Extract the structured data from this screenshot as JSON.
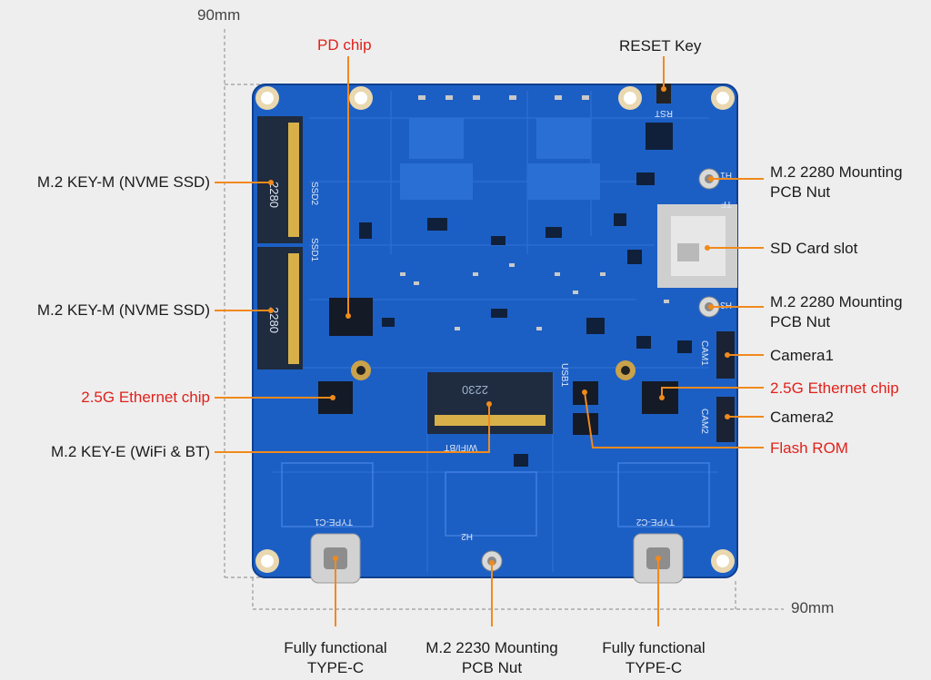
{
  "dimensions": {
    "width": "90mm",
    "height": "90mm"
  },
  "colors": {
    "pcb": "#1c5fc4",
    "leader": "#f08a1c",
    "highlight_text": "#e0211b",
    "text": "#1b1b1b"
  },
  "labels": {
    "pd_chip": "PD chip",
    "reset_key": "RESET Key",
    "m2_keym_1": "M.2 KEY-M (NVME SSD)",
    "m2_keym_2": "M.2 KEY-M (NVME SSD)",
    "eth_left": "2.5G Ethernet chip",
    "m2_keye": "M.2 KEY-E (WiFi & BT)",
    "nut_top_1": "M.2 2280 Mounting",
    "nut_top_2": "PCB Nut",
    "sd_slot": "SD Card slot",
    "nut_mid_1": "M.2 2280 Mounting",
    "nut_mid_2": "PCB Nut",
    "camera1": "Camera1",
    "eth_right": "2.5G Ethernet chip",
    "camera2": "Camera2",
    "flash_rom": "Flash ROM",
    "typec_left_1": "Fully functional",
    "typec_left_2": "TYPE-C",
    "nut_bottom_1": "M.2 2230 Mounting",
    "nut_bottom_2": "PCB Nut",
    "typec_right_1": "Fully functional",
    "typec_right_2": "TYPE-C"
  },
  "silkscreen": {
    "ssd_size_1": "2280",
    "ssd_size_2": "2280",
    "wifi_size": "2230",
    "ssd2": "SSD2",
    "ssd1": "SSD1",
    "cam1": "CAM1",
    "cam2": "CAM2",
    "h1": "H1",
    "h2": "H2",
    "h3": "H3",
    "typec1": "TYPE-C1",
    "typec2": "TYPE-C2",
    "rst": "RST",
    "wifi_bt": "WIFI/BT",
    "usb1": "USB1",
    "tf": "TF"
  }
}
